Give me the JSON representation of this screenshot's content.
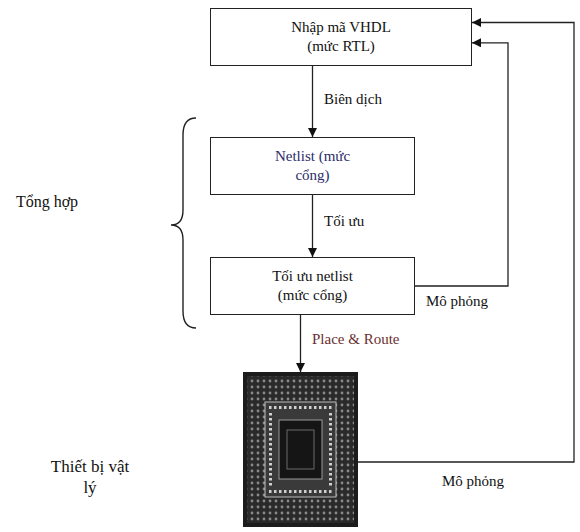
{
  "diagram": {
    "nodes": [
      {
        "text": [
          "Nhập mã VHDL (mức RTL)"
        ]
      },
      {
        "text": [
          "Netlist (mức cổng)"
        ]
      },
      {
        "text": [
          "Tối ưu netlist (mức cổng)"
        ]
      },
      {
        "text": [
          "Thiết bị vật lý"
        ]
      }
    ],
    "edges": [
      {
        "from": 0,
        "to": 1,
        "label": "Biên dịch",
        "arrow": "to"
      },
      {
        "from": 1,
        "to": 2,
        "label": "Tối ưu",
        "arrow": "to"
      },
      {
        "from": 2,
        "to": 3,
        "label": "Place & Route",
        "arrow": "to"
      },
      {
        "from": 2,
        "to": 0,
        "label": "Mô phỏng",
        "arrow": "to"
      },
      {
        "from": 3,
        "to": 0,
        "label": "Mô phỏng",
        "arrow": "to"
      }
    ],
    "labels": [
      "Tổng hợp"
    ]
  }
}
